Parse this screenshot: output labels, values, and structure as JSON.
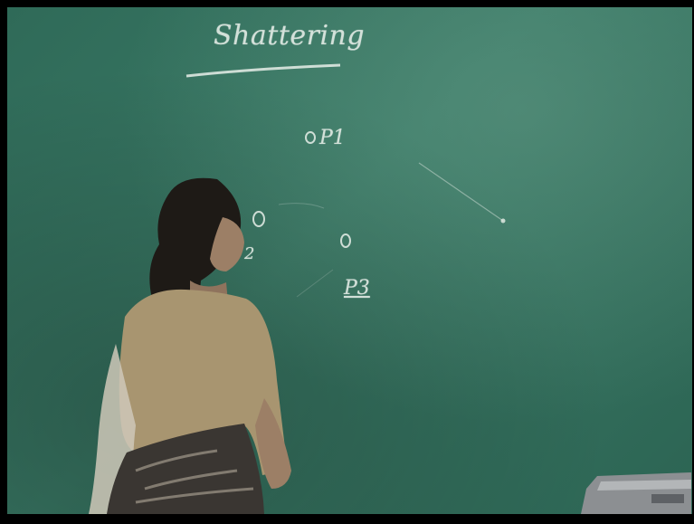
{
  "board": {
    "title": "Shattering",
    "point_labels": {
      "p1": "P1",
      "p2": "2",
      "p3": "P3"
    }
  },
  "colors": {
    "board": "#356f5d",
    "chalk": "#e8efe9",
    "frame": "#000000"
  }
}
